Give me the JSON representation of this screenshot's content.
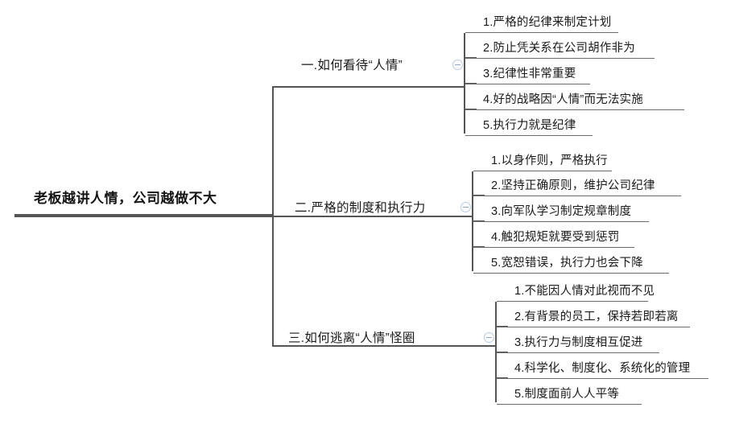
{
  "diagram": {
    "type": "mind-map",
    "colors": {
      "line": "#555555",
      "leaf_line": "#6b6b6b",
      "text": "#1a1a1a",
      "toggle_border": "#b9cbe4",
      "toggle_glyph": "#8fa8c8",
      "background": "#ffffff"
    },
    "root": {
      "label": "老板越讲人情，公司越做不大"
    },
    "branches": [
      {
        "label": "一.如何看待“人情”",
        "toggle_icon": "collapse-minus-icon",
        "children": [
          "1.严格的纪律来制定计划",
          "2.防止凭关系在公司胡作非为",
          "3.纪律性非常重要",
          "4.好的战略因“人情”而无法实施",
          "5.执行力就是纪律"
        ]
      },
      {
        "label": "二.严格的制度和执行力",
        "toggle_icon": "collapse-minus-icon",
        "children": [
          "1.以身作则，严格执行",
          "2.坚持正确原则，维护公司纪律",
          "3.向军队学习制定规章制度",
          "4.触犯规矩就要受到惩罚",
          "5.宽恕错误，执行力也会下降"
        ]
      },
      {
        "label": "三.如何逃离“人情”怪圈",
        "toggle_icon": "collapse-minus-icon",
        "children": [
          "1.不能因人情对此视而不见",
          "2.有背景的员工，保持若即若离",
          "3.执行力与制度相互促进",
          "4.科学化、制度化、系统化的管理",
          "5.制度面前人人平等"
        ]
      }
    ]
  }
}
